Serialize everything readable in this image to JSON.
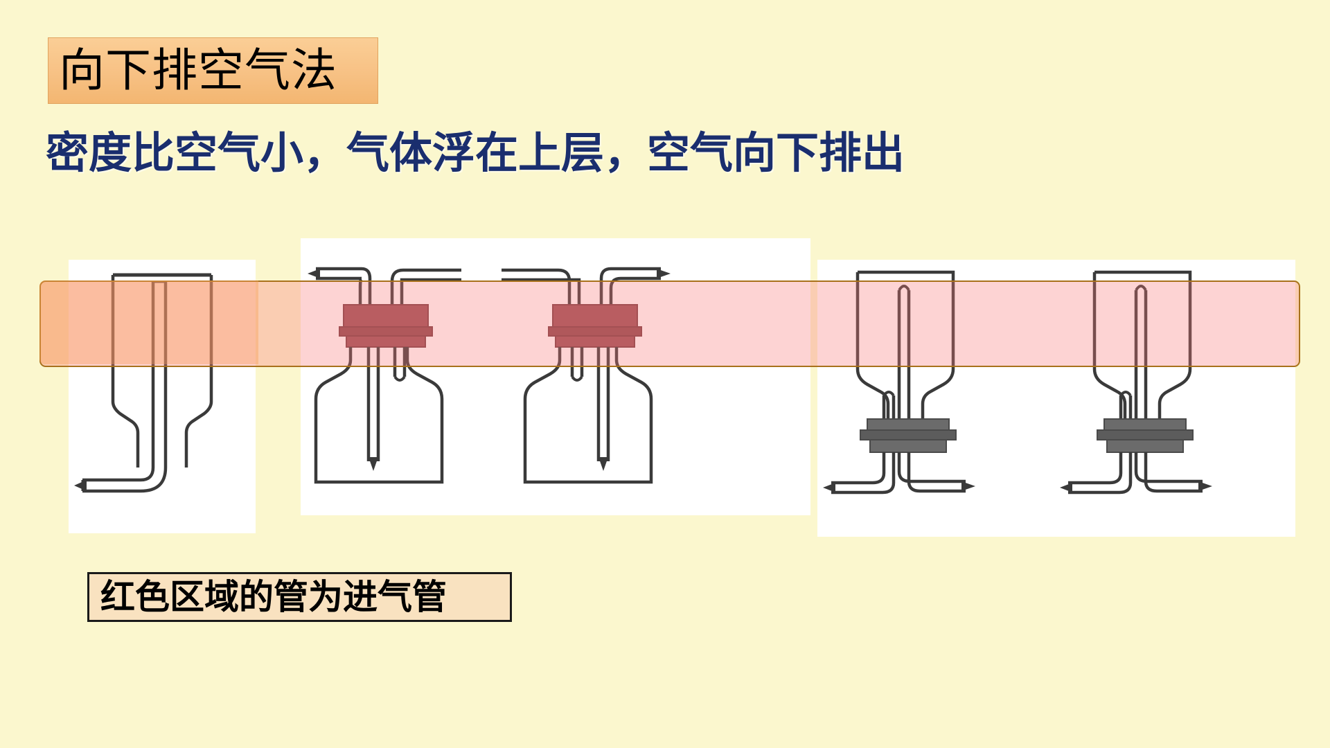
{
  "slide": {
    "background_color": "#FBF7CE",
    "title": {
      "text": "向下排空气法",
      "background_color": "#F7C184",
      "text_color": "#000000"
    },
    "subtitle": {
      "text": "密度比空气小，气体浮在上层，空气向下排出",
      "text_color": "#1A2E6E"
    },
    "highlight_band": {
      "label": "pink-highlight-band",
      "color": "#F87878",
      "secondary_color": "#F7A05A",
      "border_color": "#A8711B"
    },
    "caption": {
      "text": "红色区域的管为进气管",
      "background_color": "#F9E2C0",
      "border_color": "#1A1A1A",
      "text_color": "#000000"
    },
    "figures": [
      {
        "id": "fig-1",
        "name": "upright-collecting-bottle-short-inlet",
        "description": "向上开口集气瓶，导管短管在上部"
      },
      {
        "id": "fig-2",
        "name": "gas-washing-bottle-left-long-tube",
        "description": "洗气瓶，左侧长管伸入瓶底，右侧短管"
      },
      {
        "id": "fig-3",
        "name": "gas-washing-bottle-right-long-tube",
        "description": "洗气瓶，右侧长管伸入瓶底，左侧短管"
      },
      {
        "id": "fig-4",
        "name": "inverted-bottle-long-tube-left",
        "description": "倒置集气瓶，长管从下方塞子伸至瓶顶"
      },
      {
        "id": "fig-5",
        "name": "inverted-bottle-long-tube-right",
        "description": "倒置集气瓶，长管从下方塞子伸至瓶顶"
      }
    ],
    "colors": {
      "glass_stroke": "#3a3a3a",
      "stopper_fill": "#9A5055",
      "stopper_fill_dark": "#6B6B6B",
      "figure_panel": "#FFFFFF"
    }
  }
}
